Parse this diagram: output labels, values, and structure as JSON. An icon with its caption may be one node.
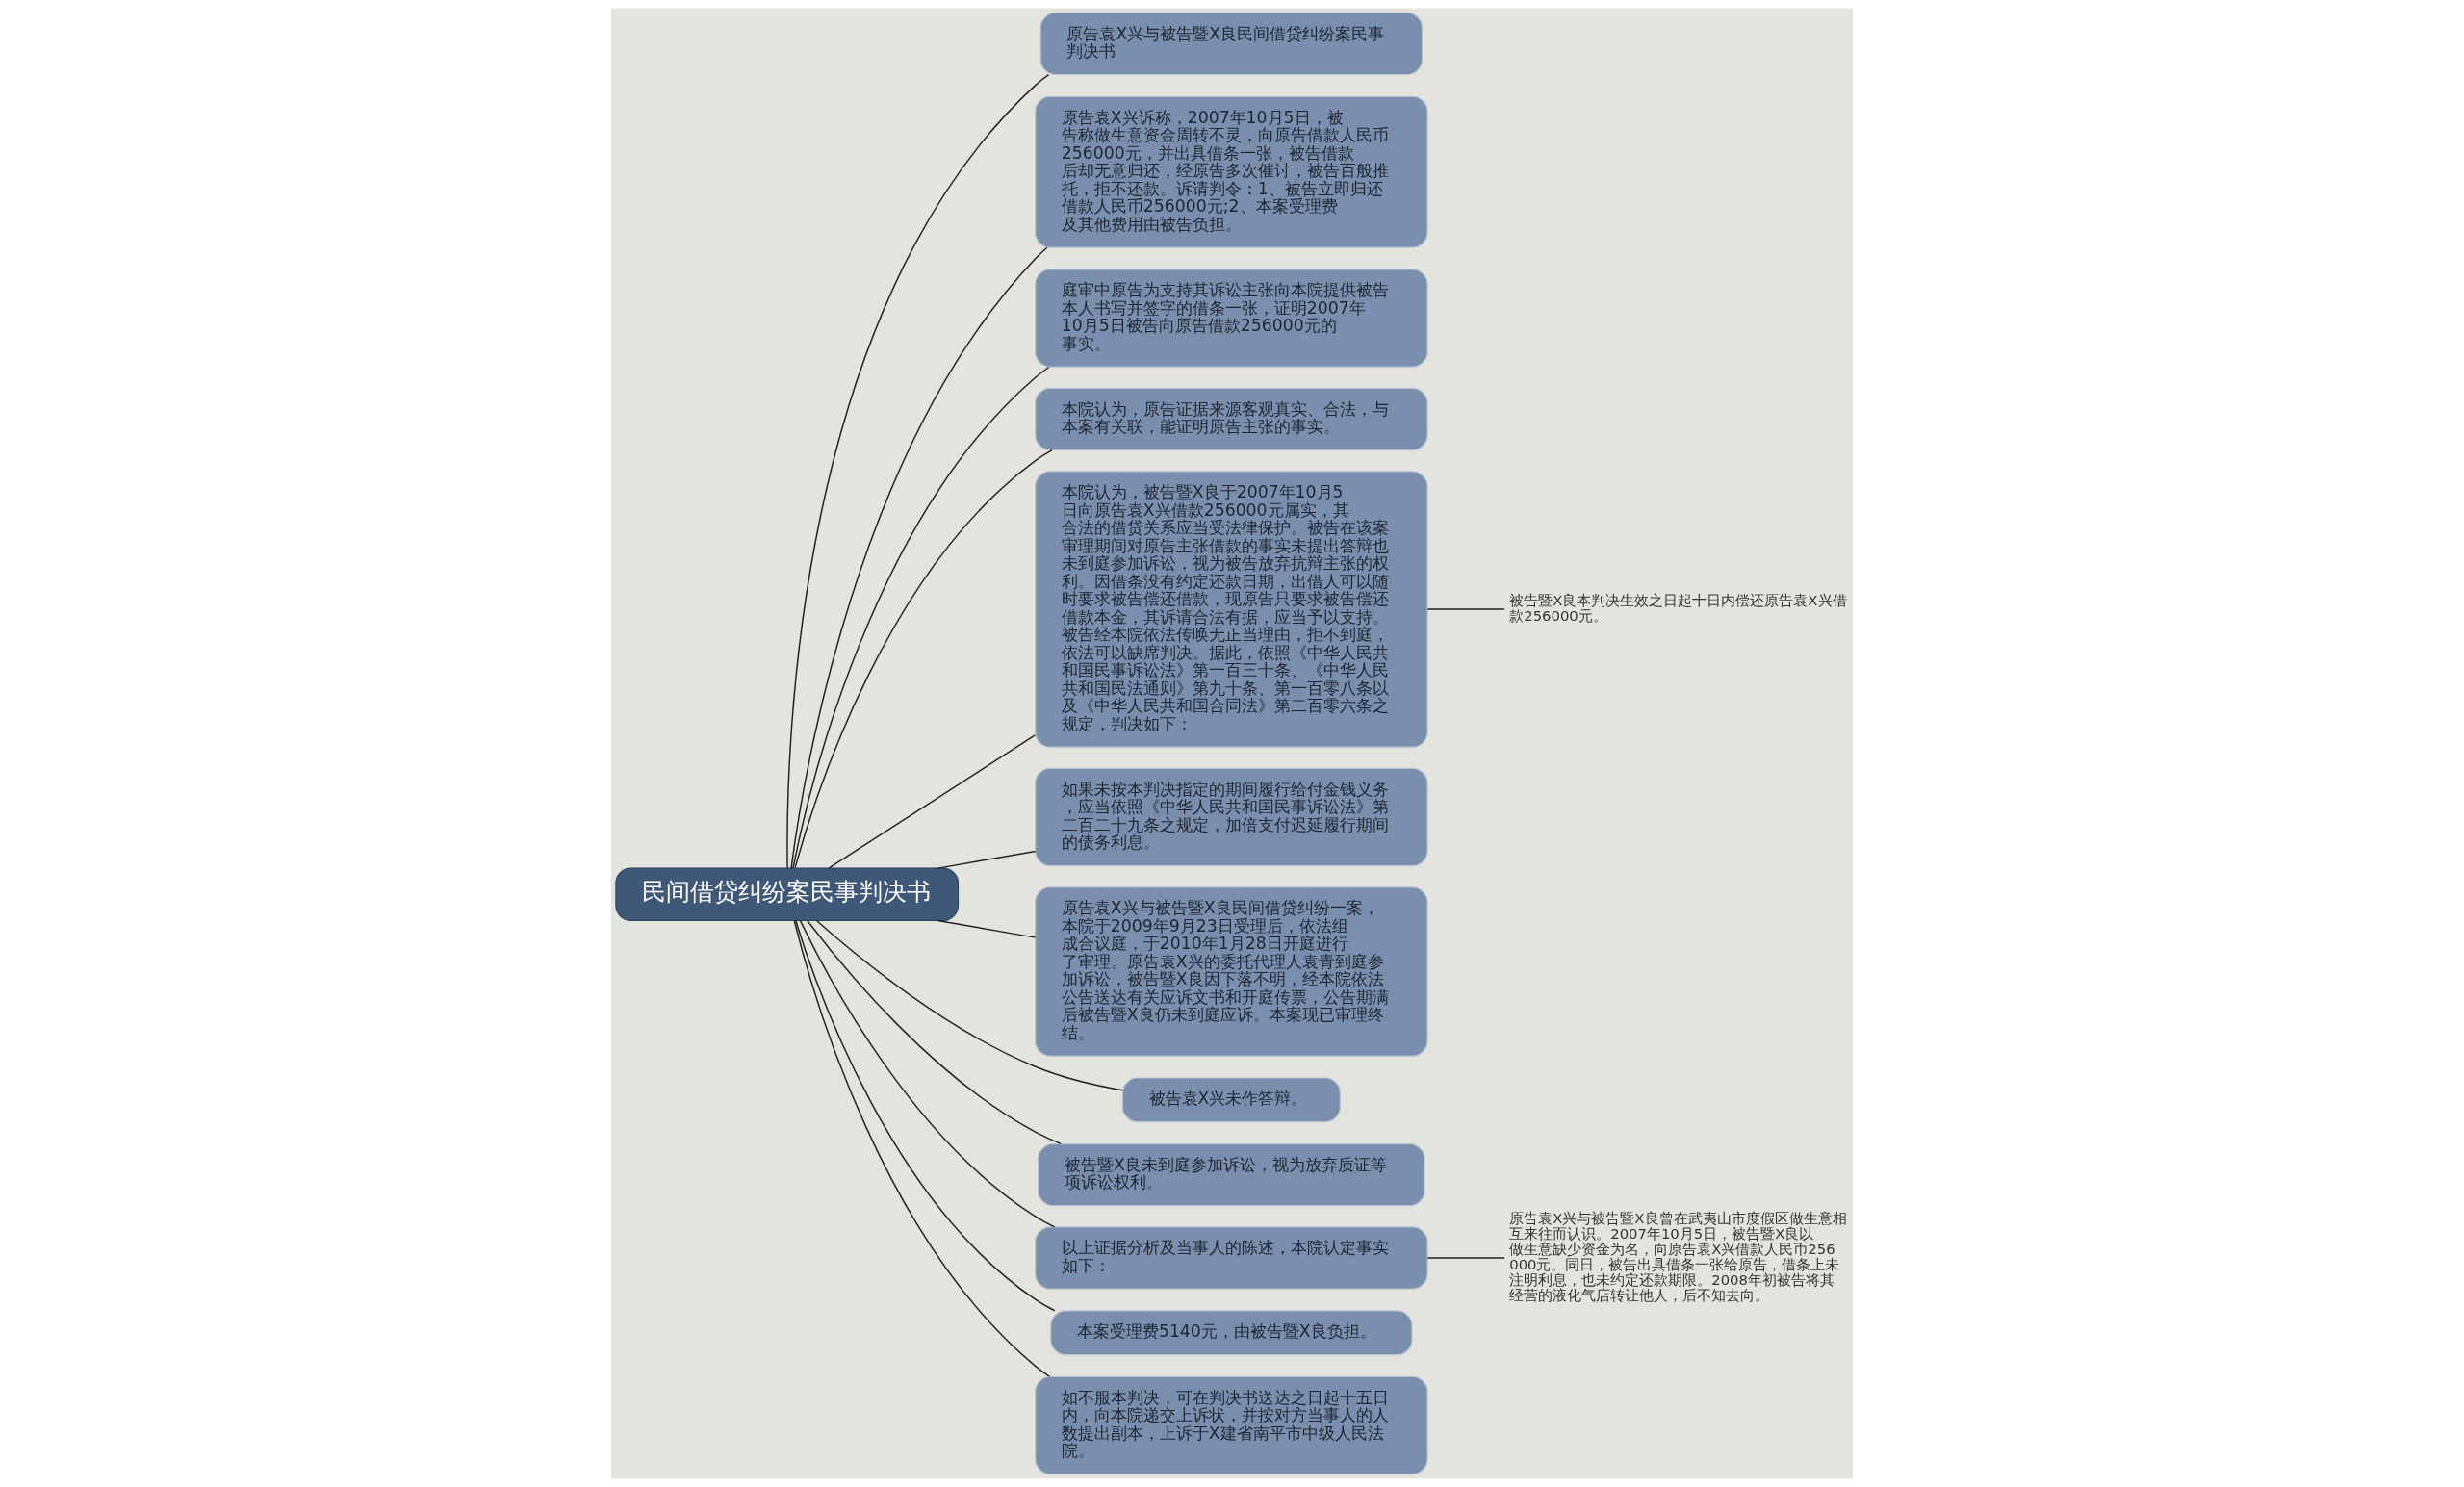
{
  "diagram": {
    "nodes": [
      {
        "text": [
          "民间借贷纠纷案民事判决书"
        ]
      },
      {
        "text": [
          "原告袁X兴与被告暨X良民间借贷纠纷案民事判决书"
        ]
      },
      {
        "text": [
          "原告袁X兴诉称，2007年10月5日，被告称做生意资金周转不灵，向原告借款人民币256000元，并出具借条一张，被告借款后却无意归还，经原告多次催讨，被告百般推托，拒不还款。诉请判令：1、被告立即归还借款人民币256000元;2、本案受理费及其他费用由被告负担。"
        ]
      },
      {
        "text": [
          "庭审中原告为支持其诉讼主张向本院提供被告本人书写并签字的借条一张，证明2007年10月5日被告向原告借款256000元的事实。"
        ]
      },
      {
        "text": [
          "本院认为，原告证据来源客观真实、合法，与本案有关联，能证明原告主张的事实。"
        ]
      },
      {
        "text": [
          "本院认为，被告暨X良于2007年10月5日向原告袁X兴借款256000元属实，其合法的借贷关系应当受法律保护。被告在该案审理期间对原告主张借款的事实未提出答辩也未到庭参加诉讼，视为被告放弃抗辩主张的权利。因借条没有约定还款日期，出借人可以随时要求被告偿还借款，现原告只要求被告偿还借款本金，其诉请合法有据，应当予以支持。被告经本院依法传唤无正当理由，拒不到庭，依法可以缺席判决。据此，依照《中华人民共和国民事诉讼法》第一百三十条、《中华人民共和国民法通则》第九十条、第一百零八条以及《中华人民共和国合同法》第二百零六条之规定，判决如下："
        ]
      },
      {
        "text": [
          "被告暨X良本判决生效之日起十日内偿还原告袁X兴借款256000元。"
        ]
      },
      {
        "text": [
          "如果未按本判决指定的期间履行给付金钱义务，应当依照《中华人民共和国民事诉讼法》第二百二十九条之规定，加倍支付迟延履行期间的债务利息。"
        ]
      },
      {
        "text": [
          "原告袁X兴与被告暨X良民间借贷纠纷一案，本院于2009年9月23日受理后，依法组成合议庭，于2010年1月28日开庭进行了审理。原告袁X兴的委托代理人袁青到庭参加诉讼，被告暨X良因下落不明，经本院依法公告送达有关应诉文书和开庭传票，公告期满后被告暨X良仍未到庭应诉。本案现已审理终结。"
        ]
      },
      {
        "text": [
          "被告袁X兴未作答辩。"
        ]
      },
      {
        "text": [
          "被告暨X良未到庭参加诉讼，视为放弃质证等项诉讼权利。"
        ]
      },
      {
        "text": [
          "以上证据分析及当事人的陈述，本院认定事实如下："
        ]
      },
      {
        "text": [
          "原告袁X兴与被告暨X良曾在武夷山市度假区做生意相互来往而认识。2007年10月5日，被告暨X良以做生意缺少资金为名，向原告袁X兴借款人民币256000元。同日，被告出具借条一张给原告，借条上未注明利息，也未约定还款期限。2008年初被告将其经营的液化气店转让他人，后不知去向。"
        ]
      },
      {
        "text": [
          "本案受理费5140元，由被告暨X良负担。"
        ]
      },
      {
        "text": [
          "如不服本判决，可在判决书送达之日起十五日内，向本院递交上诉状，并按对方当事人的人数提出副本，上诉于X建省南平市中级人民法院。"
        ]
      }
    ],
    "edges": [
      {
        "from": 0,
        "to": 1,
        "arrow": "none"
      },
      {
        "from": 0,
        "to": 2,
        "arrow": "none"
      },
      {
        "from": 0,
        "to": 3,
        "arrow": "none"
      },
      {
        "from": 0,
        "to": 4,
        "arrow": "none"
      },
      {
        "from": 0,
        "to": 5,
        "arrow": "none"
      },
      {
        "from": 5,
        "to": 6,
        "arrow": "none"
      },
      {
        "from": 0,
        "to": 7,
        "arrow": "none"
      },
      {
        "from": 0,
        "to": 8,
        "arrow": "none"
      },
      {
        "from": 0,
        "to": 9,
        "arrow": "none"
      },
      {
        "from": 0,
        "to": 10,
        "arrow": "none"
      },
      {
        "from": 0,
        "to": 11,
        "arrow": "none"
      },
      {
        "from": 11,
        "to": 12,
        "arrow": "none"
      },
      {
        "from": 0,
        "to": 13,
        "arrow": "none"
      },
      {
        "from": 0,
        "to": 14,
        "arrow": "none"
      }
    ]
  }
}
